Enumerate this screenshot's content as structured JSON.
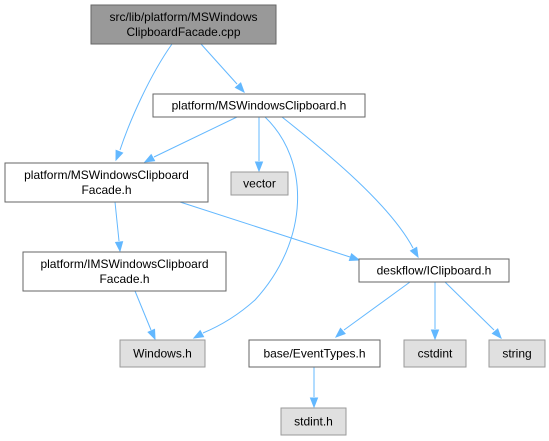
{
  "graph": {
    "colors": {
      "root_fill": "#999999",
      "root_stroke": "#666666",
      "node_fill": "#ffffff",
      "node_stroke": "#666666",
      "ext_fill": "#e0e0e0",
      "ext_stroke": "#999999",
      "edge": "#63b8ff"
    },
    "nodes": {
      "root": {
        "lines": [
          "src/lib/platform/MSWindows",
          "ClipboardFacade.cpp"
        ],
        "style": "root"
      },
      "msclip": {
        "lines": [
          "platform/MSWindowsClipboard.h"
        ],
        "style": "node"
      },
      "msfacade": {
        "lines": [
          "platform/MSWindowsClipboard",
          "Facade.h"
        ],
        "style": "node"
      },
      "vector": {
        "lines": [
          "vector"
        ],
        "style": "ext"
      },
      "imsfacade": {
        "lines": [
          "platform/IMSWindowsClipboard",
          "Facade.h"
        ],
        "style": "node"
      },
      "iclip": {
        "lines": [
          "deskflow/IClipboard.h"
        ],
        "style": "node"
      },
      "windows": {
        "lines": [
          "Windows.h"
        ],
        "style": "ext"
      },
      "eventtypes": {
        "lines": [
          "base/EventTypes.h"
        ],
        "style": "node"
      },
      "cstdint": {
        "lines": [
          "cstdint"
        ],
        "style": "ext"
      },
      "string": {
        "lines": [
          "string"
        ],
        "style": "ext"
      },
      "stdint": {
        "lines": [
          "stdint.h"
        ],
        "style": "ext"
      }
    }
  }
}
